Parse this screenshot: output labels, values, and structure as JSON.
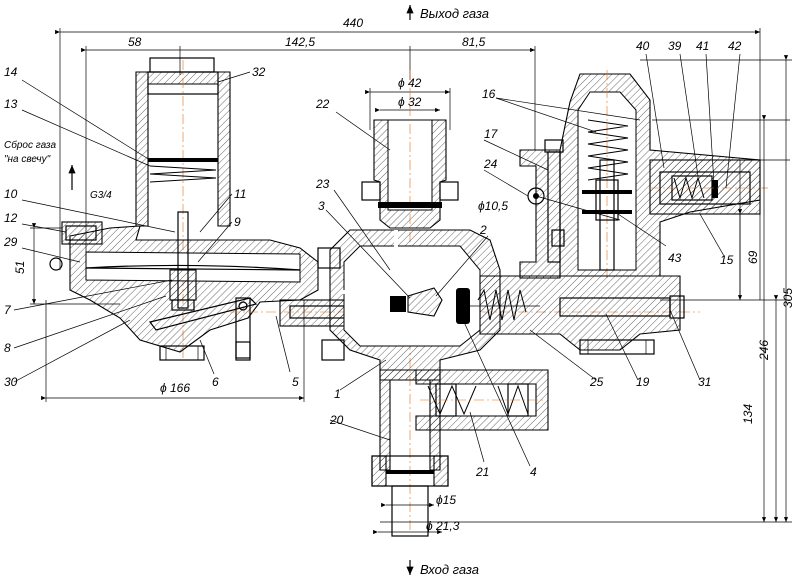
{
  "captions": {
    "outlet": "Выход газа",
    "inlet": "Вход газа",
    "vent_line1": "Сброс газа",
    "vent_line2": "\"на свечу\"",
    "thread": "G3/4"
  },
  "dimensions": {
    "overall_width": "440",
    "left_span": "58",
    "mid_span": "142,5",
    "right_span": "81,5",
    "outlet_outer": "ϕ 42",
    "outlet_inner": "ϕ 32",
    "hole": "ϕ10,5",
    "diaphragm": "ϕ 166",
    "inlet_inner": "ϕ15",
    "inlet_outer": "ϕ 21,3",
    "h51": "51",
    "h69": "69",
    "h305": "305",
    "h246": "246",
    "h134": "134"
  },
  "part_numbers": [
    "1",
    "2",
    "3",
    "4",
    "5",
    "6",
    "7",
    "8",
    "9",
    "10",
    "11",
    "12",
    "13",
    "14",
    "15",
    "16",
    "17",
    "19",
    "20",
    "21",
    "22",
    "23",
    "24",
    "25",
    "29",
    "30",
    "31",
    "32",
    "39",
    "40",
    "41",
    "42",
    "43"
  ]
}
